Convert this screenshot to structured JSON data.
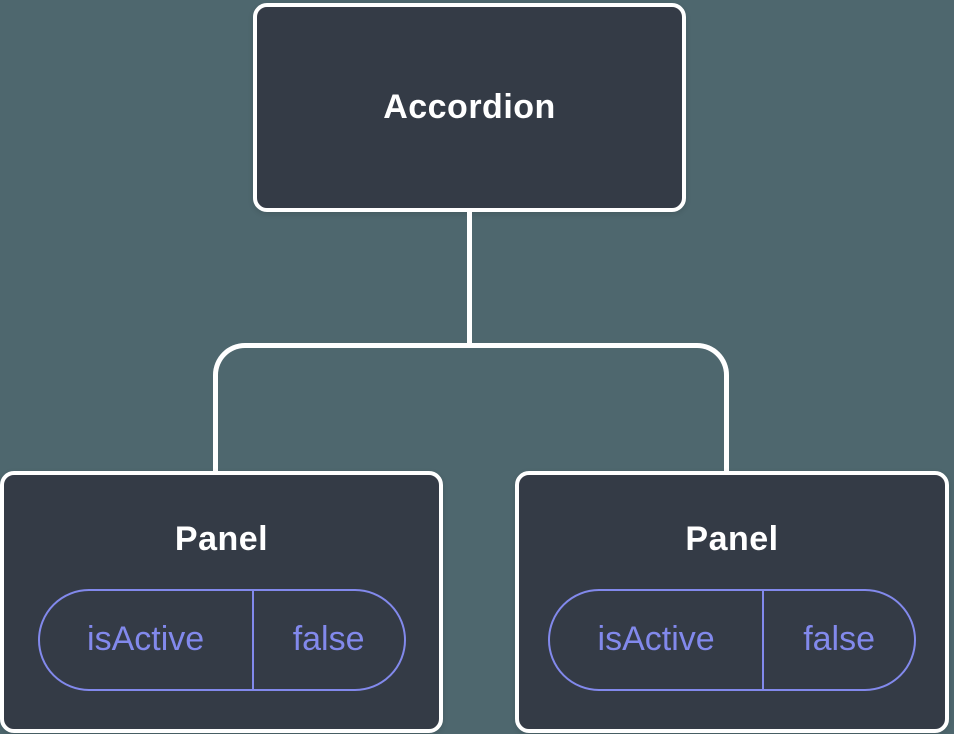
{
  "tree": {
    "root": {
      "label": "Accordion"
    },
    "children": [
      {
        "label": "Panel",
        "state": {
          "key": "isActive",
          "value": "false"
        }
      },
      {
        "label": "Panel",
        "state": {
          "key": "isActive",
          "value": "false"
        }
      }
    ]
  },
  "colors": {
    "background": "#4E676E",
    "node_fill": "#343B46",
    "node_border": "#FFFFFF",
    "node_label_text": "#FFFFFF",
    "connector": "#FFFFFF",
    "state_accent": "#8289EC"
  }
}
